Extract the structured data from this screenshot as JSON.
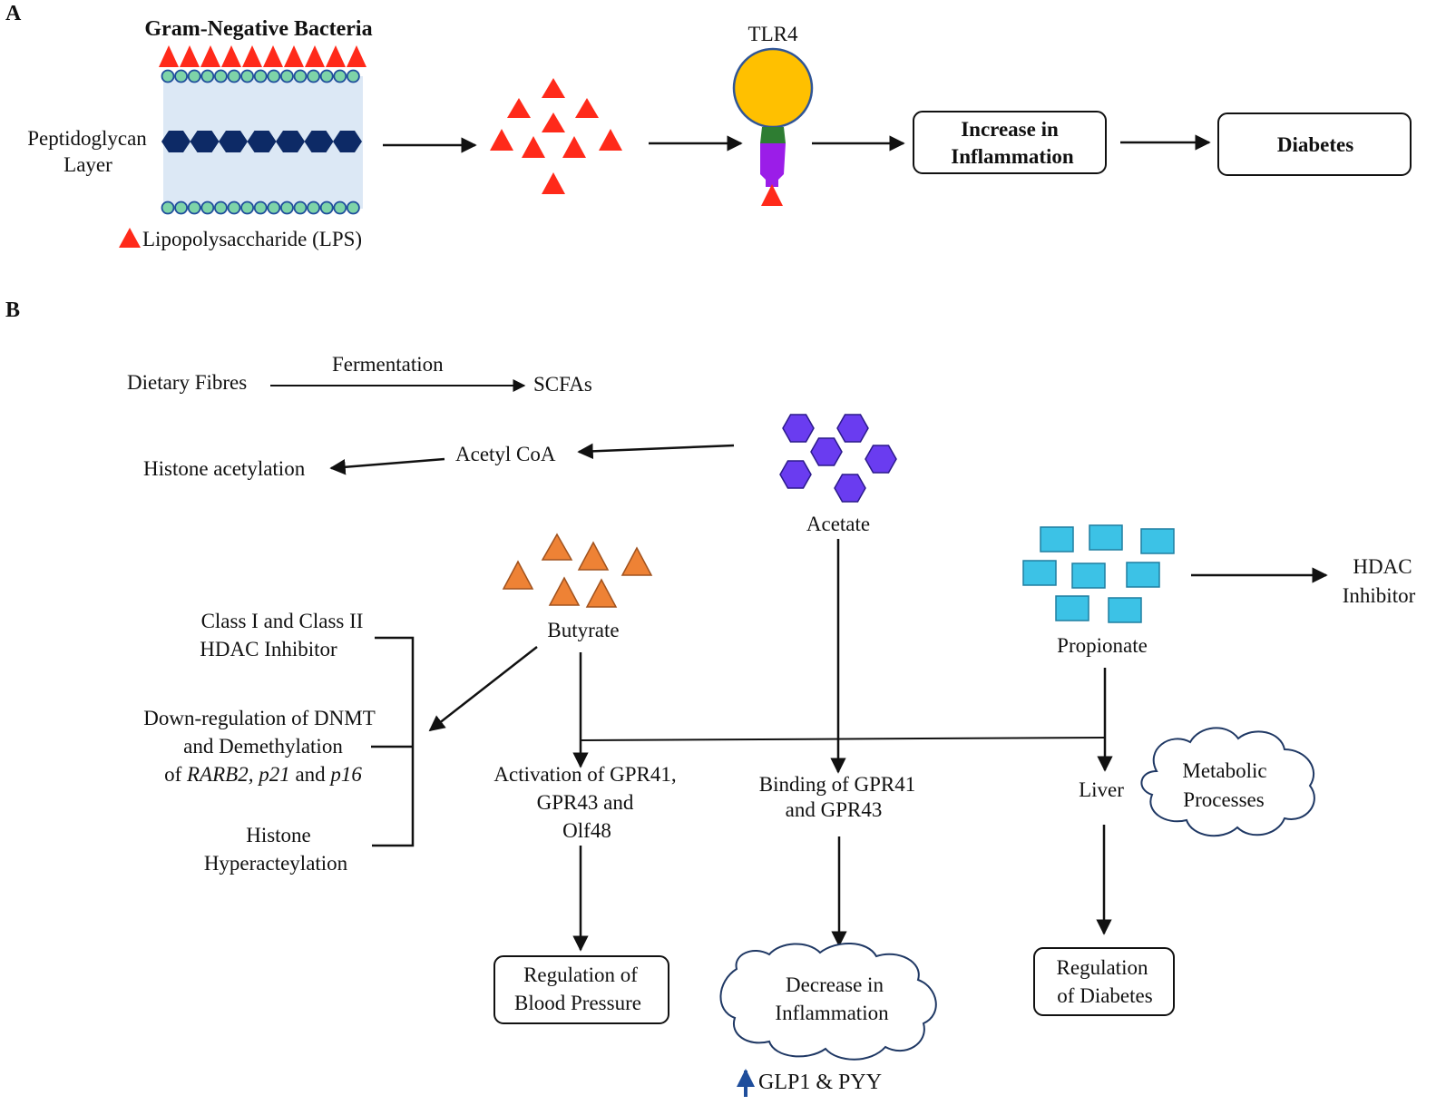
{
  "panel_a": {
    "label": "A",
    "bacteria_title": "Gram-Negative Bacteria",
    "layer_label_1": "Peptidoglycan",
    "layer_label_2": "Layer",
    "lps_legend": "Lipopolysaccharide (LPS)",
    "receptor_label": "TLR4",
    "inflammation_box": [
      "Increase in",
      "Inflammation"
    ],
    "diabetes_box": "Diabetes"
  },
  "panel_b": {
    "label": "B",
    "dietary_fibres": "Dietary Fibres",
    "fermentation": "Fermentation",
    "scfas": "SCFAs",
    "acetyl_coa": "Acetyl CoA",
    "histone_acetylation": "Histone acetylation",
    "acetate": "Acetate",
    "butyrate": "Butyrate",
    "propionate": "Propionate",
    "hdac_inhibitor": [
      "HDAC",
      "Inhibitor"
    ],
    "class_hdac": [
      "Class I and Class II",
      "HDAC Inhibitor"
    ],
    "dnmt_1": "Down-regulation of DNMT",
    "dnmt_2": "and Demethylation",
    "dnmt_3_of": "of",
    "dnmt_3_rarb2": "RARB2,",
    "dnmt_3_p21": "p21",
    "dnmt_3_and": "and",
    "dnmt_3_p16": "p16",
    "histone_hyper": [
      "Histone",
      "Hyperacteylation"
    ],
    "activation": [
      "Activation of GPR41,",
      "GPR43 and",
      "Olf48"
    ],
    "binding": [
      "Binding of GPR41",
      "and GPR43"
    ],
    "liver": "Liver",
    "metabolic": [
      "Metabolic",
      "Processes"
    ],
    "blood_pressure_box": [
      "Regulation of",
      "Blood Pressure"
    ],
    "decrease_cloud": [
      "Decrease in",
      "Inflammation"
    ],
    "glp1": "GLP1 & PYY",
    "diabetes_reg_box": [
      "Regulation",
      "of Diabetes"
    ]
  },
  "colors": {
    "lps_red": "#ff2a1a",
    "membrane_blue": "#dce8f5",
    "bead_green": "#7ed4a8",
    "peptidoglycan_navy": "#0d2a66",
    "tlr4_head": "#ffc000",
    "tlr4_neck": "#2e7d32",
    "tlr4_body": "#9b1de8",
    "acetate_purple": "#6a3cf0",
    "butyrate_orange": "#ee8235",
    "propionate_cyan": "#3cc2e6",
    "glp_arrow_blue": "#1f4e9c"
  }
}
